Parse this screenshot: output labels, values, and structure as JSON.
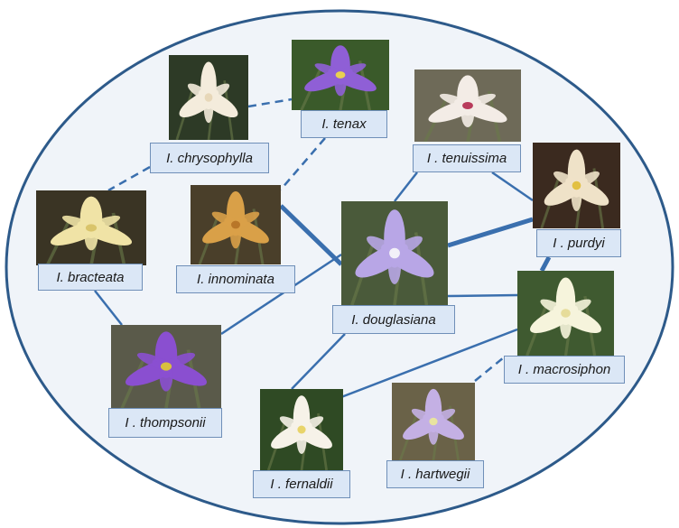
{
  "species": [
    {
      "id": "chrysophylla",
      "label": "I. chrysophylla",
      "bg": "#2d3a26",
      "petal": "#f4ecdc",
      "accent": "#e7d7b8"
    },
    {
      "id": "tenax",
      "label": "I. tenax",
      "bg": "#3a5a2a",
      "petal": "#8f5fd6",
      "accent": "#e8d050"
    },
    {
      "id": "tenuissima",
      "label": "I . tenuissima",
      "bg": "#6e6a58",
      "petal": "#f3ece6",
      "accent": "#b83b5b"
    },
    {
      "id": "purdyi",
      "label": "I . purdyi",
      "bg": "#3b2a1f",
      "petal": "#efe2c8",
      "accent": "#e2c042"
    },
    {
      "id": "bracteata",
      "label": "I. bracteata",
      "bg": "#3a3424",
      "petal": "#f0e3a6",
      "accent": "#d9c46a"
    },
    {
      "id": "innominata",
      "label": "I. innominata",
      "bg": "#4a3f2a",
      "petal": "#d9a048",
      "accent": "#b87628"
    },
    {
      "id": "douglasiana",
      "label": "I. douglasiana",
      "bg": "#4a5a3a",
      "petal": "#b8a6e6",
      "accent": "#f2f0f8"
    },
    {
      "id": "macrosiphon",
      "label": "I . macrosiphon",
      "bg": "#3f5a30",
      "petal": "#f6f4dc",
      "accent": "#e6dc9a"
    },
    {
      "id": "thompsonii",
      "label": "I . thompsonii",
      "bg": "#5a5a4a",
      "petal": "#8a4fd0",
      "accent": "#d8c040"
    },
    {
      "id": "fernaldii",
      "label": "I . fernaldii",
      "bg": "#2f4a24",
      "petal": "#f6f2e8",
      "accent": "#e8d46a"
    },
    {
      "id": "hartwegii",
      "label": "I . hartwegii",
      "bg": "#6a6248",
      "petal": "#c4b0e4",
      "accent": "#e8e4a0"
    }
  ],
  "edges": [
    {
      "from": "chrysophylla",
      "to": "tenax",
      "style": "dashed",
      "weight": "thin"
    },
    {
      "from": "chrysophylla",
      "to": "bracteata",
      "style": "dashed",
      "weight": "thin"
    },
    {
      "from": "tenax",
      "to": "innominata",
      "style": "dashed",
      "weight": "thin"
    },
    {
      "from": "innominata",
      "to": "douglasiana",
      "style": "solid",
      "weight": "thick"
    },
    {
      "from": "tenuissima",
      "to": "douglasiana",
      "style": "solid",
      "weight": "thin"
    },
    {
      "from": "tenuissima",
      "to": "purdyi",
      "style": "solid",
      "weight": "thin"
    },
    {
      "from": "douglasiana",
      "to": "purdyi",
      "style": "solid",
      "weight": "thick"
    },
    {
      "from": "purdyi",
      "to": "macrosiphon",
      "style": "solid",
      "weight": "thick"
    },
    {
      "from": "douglasiana",
      "to": "macrosiphon",
      "style": "solid",
      "weight": "thin"
    },
    {
      "from": "bracteata",
      "to": "thompsonii",
      "style": "solid",
      "weight": "thin"
    },
    {
      "from": "thompsonii",
      "to": "douglasiana",
      "style": "solid",
      "weight": "thin"
    },
    {
      "from": "douglasiana",
      "to": "fernaldii",
      "style": "solid",
      "weight": "thin"
    },
    {
      "from": "fernaldii",
      "to": "macrosiphon",
      "style": "solid",
      "weight": "thin"
    },
    {
      "from": "hartwegii",
      "to": "macrosiphon",
      "style": "dashed",
      "weight": "thin"
    }
  ],
  "colors": {
    "ellipse_fill": "#f0f4f9",
    "ellipse_stroke": "#2d5a8a",
    "edge": "#3a6fae",
    "label_fill": "#dbe7f6",
    "label_stroke": "#6f8fb8"
  }
}
